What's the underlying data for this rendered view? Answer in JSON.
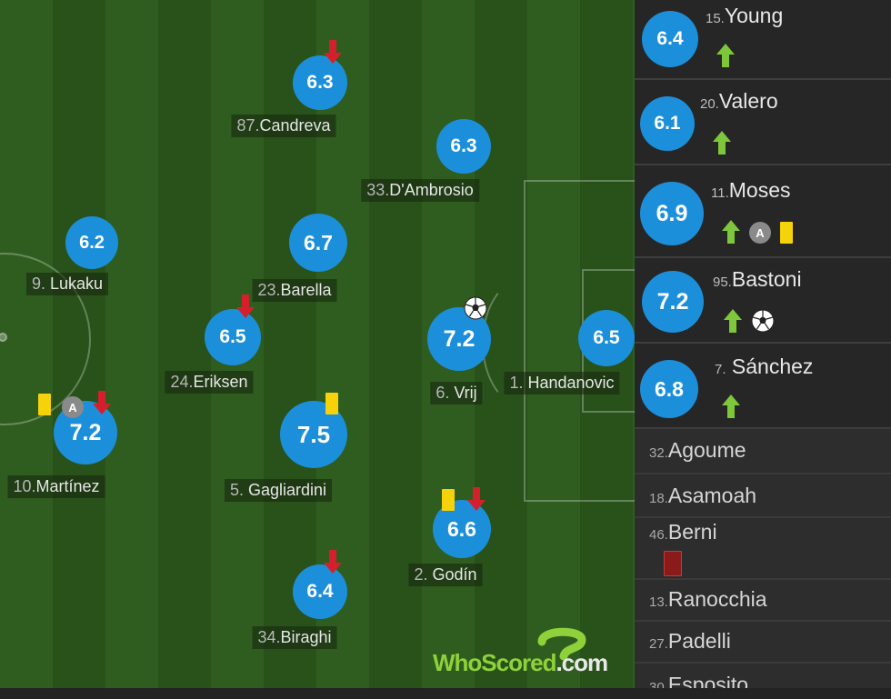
{
  "colors": {
    "rating_bubble": "#1c8fdb",
    "pitch_dark": "#28521a",
    "pitch_light": "#2f5d1f",
    "panel_bg": "#2d2d2d",
    "yellow_card": "#f5d20a",
    "red_card": "#8b1a1a",
    "sub_off_arrow": "#d61f2c",
    "sub_on_arrow": "#7ec73a"
  },
  "pitch": {
    "players": [
      {
        "number": "87.",
        "name": "Candreva",
        "rating": "6.3"
      },
      {
        "number": "33.",
        "name": "D'Ambrosio",
        "rating": "6.3"
      },
      {
        "number": "9.",
        "name": "Lukaku",
        "rating": "6.2"
      },
      {
        "number": "23.",
        "name": "Barella",
        "rating": "6.7"
      },
      {
        "number": "24.",
        "name": "Eriksen",
        "rating": "6.5"
      },
      {
        "number": "6.",
        "name": "Vrij",
        "rating": "7.2"
      },
      {
        "number": "1.",
        "name": "Handanovic",
        "rating": "6.5"
      },
      {
        "number": "10.",
        "name": "Martínez",
        "rating": "7.2"
      },
      {
        "number": "5.",
        "name": "Gagliardini",
        "rating": "7.5"
      },
      {
        "number": "2.",
        "name": "Godín",
        "rating": "6.6"
      },
      {
        "number": "34.",
        "name": "Biraghi",
        "rating": "6.4"
      }
    ],
    "captain_badge": "A",
    "logo": {
      "brand": "WhoScored",
      "suffix": ".com"
    }
  },
  "substitutes": [
    {
      "number": "15.",
      "name": "Young",
      "rating": "6.4"
    },
    {
      "number": "20.",
      "name": "Valero",
      "rating": "6.1"
    },
    {
      "number": "11.",
      "name": "Moses",
      "rating": "6.9"
    },
    {
      "number": "95.",
      "name": "Bastoni",
      "rating": "7.2"
    },
    {
      "number": "7.",
      "name": "Sánchez",
      "rating": "6.8"
    }
  ],
  "bench": [
    {
      "number": "32.",
      "name": "Agoume"
    },
    {
      "number": "18.",
      "name": "Asamoah"
    },
    {
      "number": "46.",
      "name": "Berni"
    },
    {
      "number": "13.",
      "name": "Ranocchia"
    },
    {
      "number": "27.",
      "name": "Padelli"
    },
    {
      "number": "30.",
      "name": "Esposito"
    }
  ]
}
